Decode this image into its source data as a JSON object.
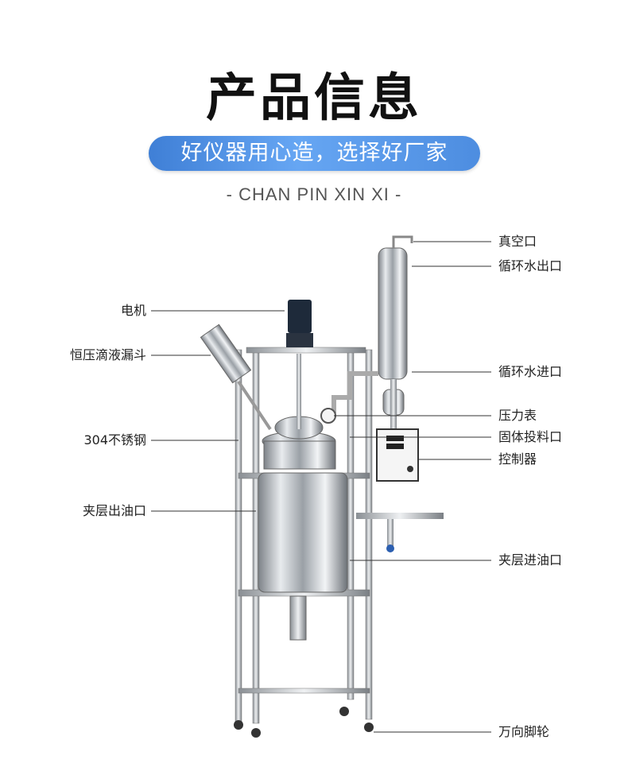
{
  "header": {
    "title": "产品信息",
    "slogan": "好仪器用心造，选择好厂家",
    "pinyin": "- CHAN PIN XIN XI -"
  },
  "colors": {
    "banner": "#4d8de0",
    "text": "#222222"
  },
  "labels_left": [
    {
      "id": "motor",
      "text": "电机"
    },
    {
      "id": "funnel",
      "text": "恒压滴液漏斗"
    },
    {
      "id": "steel",
      "text": "304不锈钢"
    },
    {
      "id": "oil-out",
      "text": "夹层出油口"
    }
  ],
  "labels_right": [
    {
      "id": "vacuum",
      "text": "真空口"
    },
    {
      "id": "water-out",
      "text": "循环水出口"
    },
    {
      "id": "water-in",
      "text": "循环水进口"
    },
    {
      "id": "gauge",
      "text": "压力表"
    },
    {
      "id": "solid-feed",
      "text": "固体投料口"
    },
    {
      "id": "controller",
      "text": "控制器"
    },
    {
      "id": "oil-in",
      "text": "夹层进油口"
    },
    {
      "id": "casters",
      "text": "万向脚轮"
    }
  ]
}
